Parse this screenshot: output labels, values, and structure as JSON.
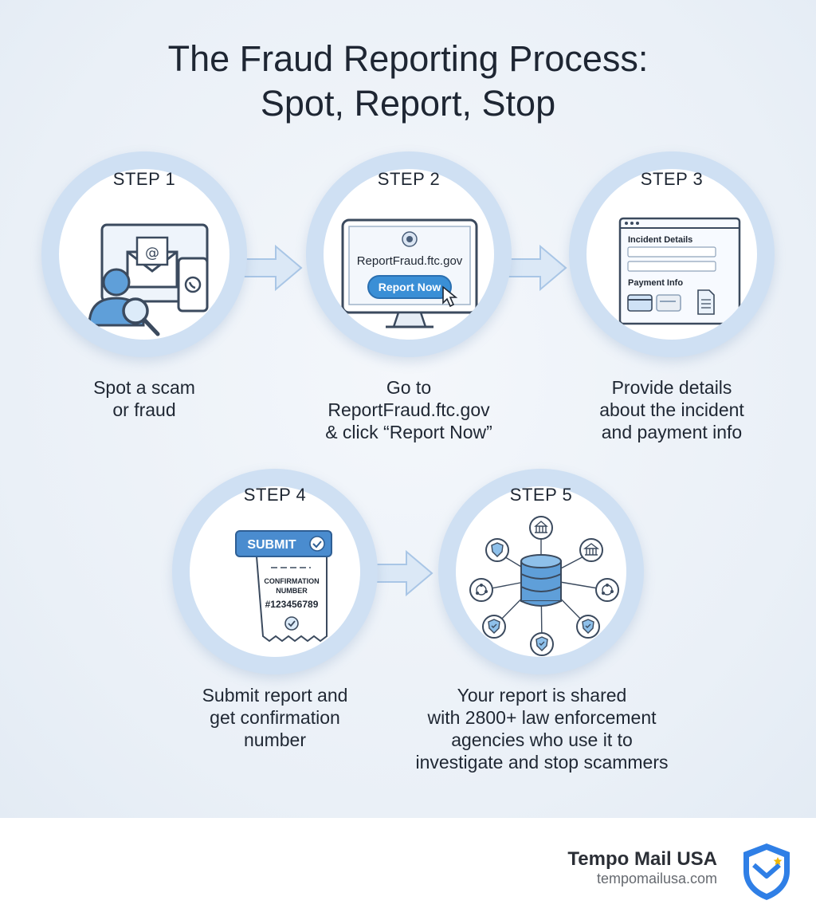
{
  "title": {
    "line1": "The Fraud Reporting Process:",
    "line2": "Spot, Report, Stop"
  },
  "steps": [
    {
      "label": "STEP 1",
      "caption": [
        "Spot a scam",
        "or fraud"
      ]
    },
    {
      "label": "STEP 2",
      "caption": [
        "Go to",
        "ReportFraud.ftc.gov",
        "& click “Report Now”"
      ],
      "screen_url": "ReportFraud.ftc.gov",
      "button": "Report Now"
    },
    {
      "label": "STEP 3",
      "caption": [
        "Provide details",
        "about the incident",
        "and payment info"
      ],
      "form_heading_1": "Incident Details",
      "form_heading_2": "Payment Info"
    },
    {
      "label": "STEP 4",
      "caption": [
        "Submit report and",
        "get confirmation",
        "number"
      ],
      "submit": "SUBMIT",
      "receipt_line1": "CONFIRMATION",
      "receipt_line2": "NUMBER",
      "receipt_number": "#123456789"
    },
    {
      "label": "STEP 5",
      "caption": [
        "Your report is shared",
        "with 2800+ law enforcement",
        "agencies who use it to",
        "investigate and stop scammers"
      ]
    }
  ],
  "footer": {
    "brand": "Tempo Mail USA",
    "url": "tempomailusa.com"
  },
  "colors": {
    "ring": "#cfe0f3",
    "accent": "#3a8fd6",
    "icon_stroke": "#3b4a5e",
    "logo_blue": "#2f7fe6"
  }
}
